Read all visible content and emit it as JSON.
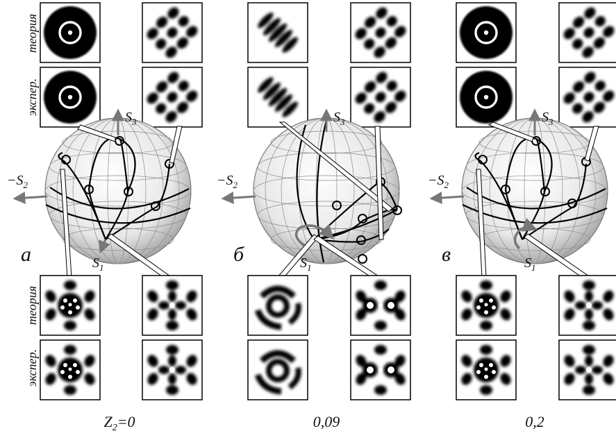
{
  "row_labels": {
    "top_theory": "теория",
    "top_experiment": "экспер.",
    "bottom_theory": "теория",
    "bottom_experiment": "экспер."
  },
  "axis_labels": {
    "s3": "S3",
    "s2": "−S2",
    "s1": "S1"
  },
  "panels": [
    {
      "letter": "а",
      "caption": "Z2=0"
    },
    {
      "letter": "б",
      "caption": "0,09"
    },
    {
      "letter": "в",
      "caption": "0,2"
    }
  ]
}
